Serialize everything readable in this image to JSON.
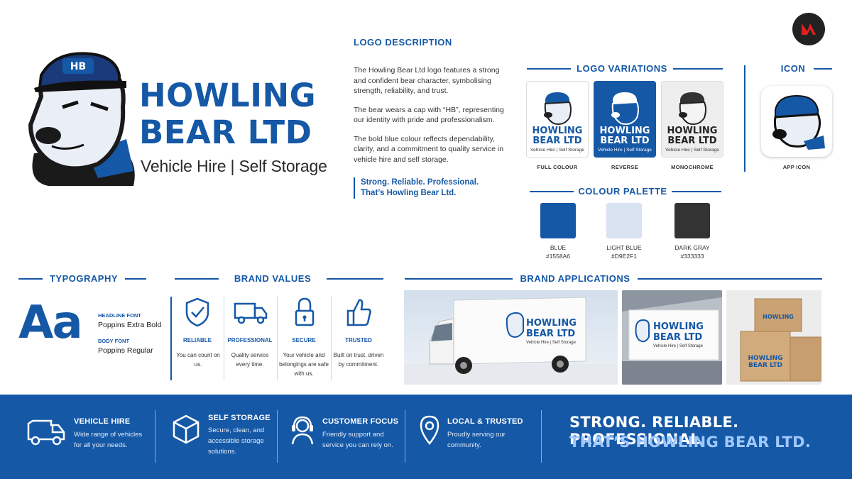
{
  "hero": {
    "wordmark_line1": "HOWLING",
    "wordmark_line2": "BEAR LTD",
    "tagline": "Vehicle Hire | Self Storage",
    "cap_text": "HB"
  },
  "description": {
    "title": "LOGO DESCRIPTION",
    "para1": "The Howling Bear Ltd logo features a strong and confident bear character, symbolising strength, reliability, and trust.",
    "para2": "The bear wears a cap with “HB”, representing our identity with pride and professionalism.",
    "para3": "The bold blue colour reflects dependability, clarity, and a commitment to quality service in vehicle hire and self storage.",
    "quote_line1": "Strong. Reliable. Professional.",
    "quote_line2": "That’s Howling Bear Ltd."
  },
  "logo_variations": {
    "title": "LOGO VARIATIONS",
    "mini_word1": "HOWLING",
    "mini_word2": "BEAR LTD",
    "mini_tag": "Vehicle Hire | Self Storage",
    "items": [
      {
        "label": "FULL COLOUR"
      },
      {
        "label": "REVERSE"
      },
      {
        "label": "MONOCHROME"
      }
    ]
  },
  "icon_section": {
    "title": "ICON",
    "label": "APP ICON"
  },
  "palette": {
    "title": "COLOUR PALETTE",
    "colors": [
      {
        "name": "BLUE",
        "hex": "#1558A6"
      },
      {
        "name": "LIGHT BLUE",
        "hex": "#D9E2F1"
      },
      {
        "name": "DARK GRAY",
        "hex": "#333333"
      }
    ]
  },
  "typography": {
    "title": "TYPOGRAPHY",
    "sample": "Aa",
    "headline_label": "HEADLINE FONT",
    "headline_font": "Poppins Extra Bold",
    "body_label": "BODY FONT",
    "body_font": "Poppins Regular"
  },
  "brand_values": {
    "title": "BRAND VALUES",
    "items": [
      {
        "title": "RELIABLE",
        "text": "You can count on us.",
        "icon": "shield-check-icon"
      },
      {
        "title": "PROFESSIONAL",
        "text": "Quality service every time.",
        "icon": "truck-icon"
      },
      {
        "title": "SECURE",
        "text": "Your vehicle and belongings are safe with us.",
        "icon": "padlock-icon"
      },
      {
        "title": "TRUSTED",
        "text": "Built on trust, driven by commitment.",
        "icon": "thumbs-up-icon"
      }
    ]
  },
  "applications": {
    "title": "BRAND APPLICATIONS",
    "van_word1": "HOWLING",
    "van_word2": "BEAR LTD",
    "van_tag": "Vehicle Hire | Self Storage"
  },
  "footer": {
    "items": [
      {
        "title": "VEHICLE HIRE",
        "text": "Wide range of vehicles for all your needs.",
        "icon": "van-outline-icon"
      },
      {
        "title": "SELF STORAGE",
        "text": "Secure, clean, and accessible storage solutions.",
        "icon": "box-icon"
      },
      {
        "title": "CUSTOMER FOCUS",
        "text": "Friendly support and service you can rely on.",
        "icon": "headset-icon"
      },
      {
        "title": "LOCAL & TRUSTED",
        "text": "Proudly serving our community.",
        "icon": "location-pin-icon"
      }
    ],
    "slogan_line1": "STRONG. RELIABLE. PROFESSIONAL.",
    "slogan_line2": "THAT’S HOWLING BEAR LTD."
  },
  "colors": {
    "brand_blue": "#1558A6",
    "light_blue": "#D9E2F1",
    "dark_gray": "#333333"
  }
}
